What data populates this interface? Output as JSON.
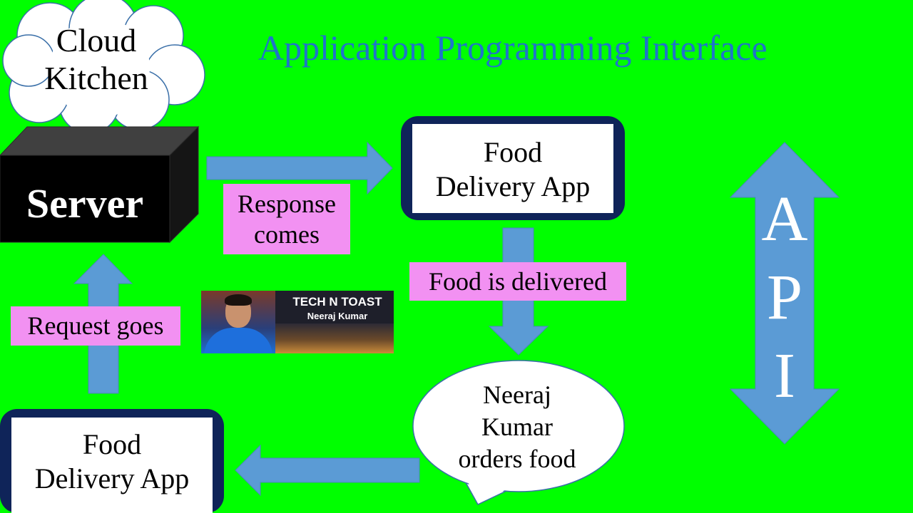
{
  "colors": {
    "background": "#00ff00",
    "arrow": "#5b9bd5",
    "label_bg": "#f291f2",
    "title": "#1f75c9",
    "app_border": "#0f2459"
  },
  "title": "Application Programming Interface",
  "cloud": {
    "line1": "Cloud",
    "line2": "Kitchen"
  },
  "server": "Server",
  "food_app_top": {
    "line1": "Food",
    "line2": "Delivery App"
  },
  "food_app_bottom": {
    "line1": "Food",
    "line2": "Delivery App"
  },
  "labels": {
    "response_line1": "Response",
    "response_line2": "comes",
    "food_delivered": "Food is delivered",
    "request_goes": "Request goes"
  },
  "bubble": {
    "line1": "Neeraj",
    "line2": "Kumar",
    "line3": "orders food"
  },
  "api": {
    "letters": [
      "A",
      "P",
      "I"
    ]
  },
  "badge": {
    "line1": "TECH N TOAST",
    "line2": "Neeraj Kumar"
  }
}
